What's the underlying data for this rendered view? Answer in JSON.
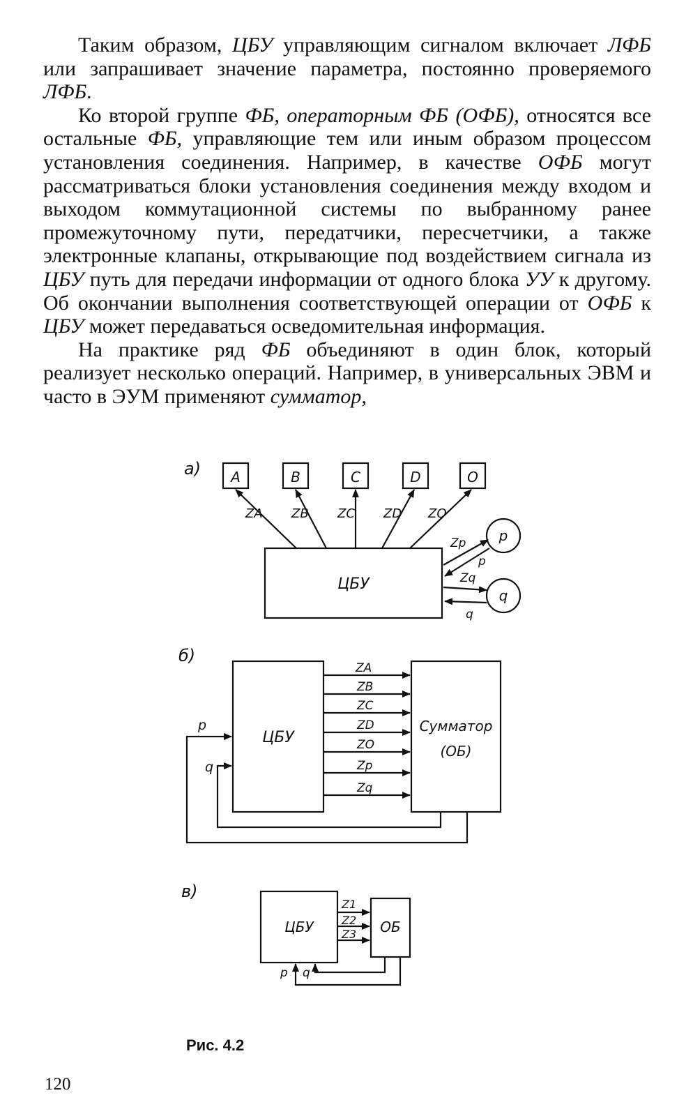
{
  "paragraphs": [
    {
      "parts": [
        {
          "t": "Таким образом, ",
          "i": false
        },
        {
          "t": "ЦБУ",
          "i": true
        },
        {
          "t": " управляющим сигналом включает ",
          "i": false
        },
        {
          "t": "ЛФБ",
          "i": true
        },
        {
          "t": " или запрашивает значение параметра, постоянно проверяемого ",
          "i": false
        },
        {
          "t": "ЛФБ",
          "i": true
        },
        {
          "t": ".",
          "i": false
        }
      ]
    },
    {
      "parts": [
        {
          "t": "Ко второй группе ",
          "i": false
        },
        {
          "t": "ФБ, операторным ФБ (ОФБ),",
          "i": true
        },
        {
          "t": " относятся все остальные ",
          "i": false
        },
        {
          "t": "ФБ,",
          "i": true
        },
        {
          "t": " управляющие тем или иным образом процессом установления соединения. Например, в качестве ",
          "i": false
        },
        {
          "t": "ОФБ",
          "i": true
        },
        {
          "t": " могут рассматриваться блоки установления соединения между входом и выходом коммутационной системы по выбранному ранее промежуточному пути, передатчики, пересчетчики, а также электронные клапаны, открывающие под воздействием сигнала из ",
          "i": false
        },
        {
          "t": "ЦБУ",
          "i": true
        },
        {
          "t": " путь для передачи информации от одного блока ",
          "i": false
        },
        {
          "t": "УУ",
          "i": true
        },
        {
          "t": " к другому. Об окончании выполнения соответствующей операции от ",
          "i": false
        },
        {
          "t": "ОФБ",
          "i": true
        },
        {
          "t": " к ",
          "i": false
        },
        {
          "t": "ЦБУ",
          "i": true
        },
        {
          "t": " может передаваться осведомительная информация.",
          "i": false
        }
      ]
    },
    {
      "parts": [
        {
          "t": "На практике ряд ",
          "i": false
        },
        {
          "t": "ФБ",
          "i": true
        },
        {
          "t": " объединяют в один блок, который реализует несколько операций. Например, в универсальных ЭВМ и часто в ЭУМ применяют ",
          "i": false
        },
        {
          "t": "сумматор,",
          "i": true
        }
      ]
    }
  ],
  "figure": {
    "a": {
      "label": "а)",
      "blocks": [
        "A",
        "B",
        "C",
        "D",
        "O"
      ],
      "signals": [
        "ZA",
        "ZB",
        "ZC",
        "ZD",
        "ZO"
      ],
      "center": "ЦБУ",
      "p_circle": "p",
      "q_circle": "q",
      "zp": "Zp",
      "p_return": "p",
      "zq": "Zq",
      "q_return": "q"
    },
    "b": {
      "label": "б)",
      "left": "ЦБУ",
      "right_line1": "Сумматор",
      "right_line2": "(ОБ)",
      "signals": [
        "ZA",
        "ZB",
        "ZC",
        "ZD",
        "ZO",
        "Zp",
        "Zq"
      ],
      "p_in": "p",
      "q_in": "q"
    },
    "c": {
      "label": "в)",
      "left": "ЦБУ",
      "right": "ОБ",
      "signals": [
        "Z1",
        "Z2",
        "Z3"
      ],
      "p_in": "p",
      "q_in": "q"
    }
  },
  "caption": "Рис. 4.2",
  "page_number": "120"
}
